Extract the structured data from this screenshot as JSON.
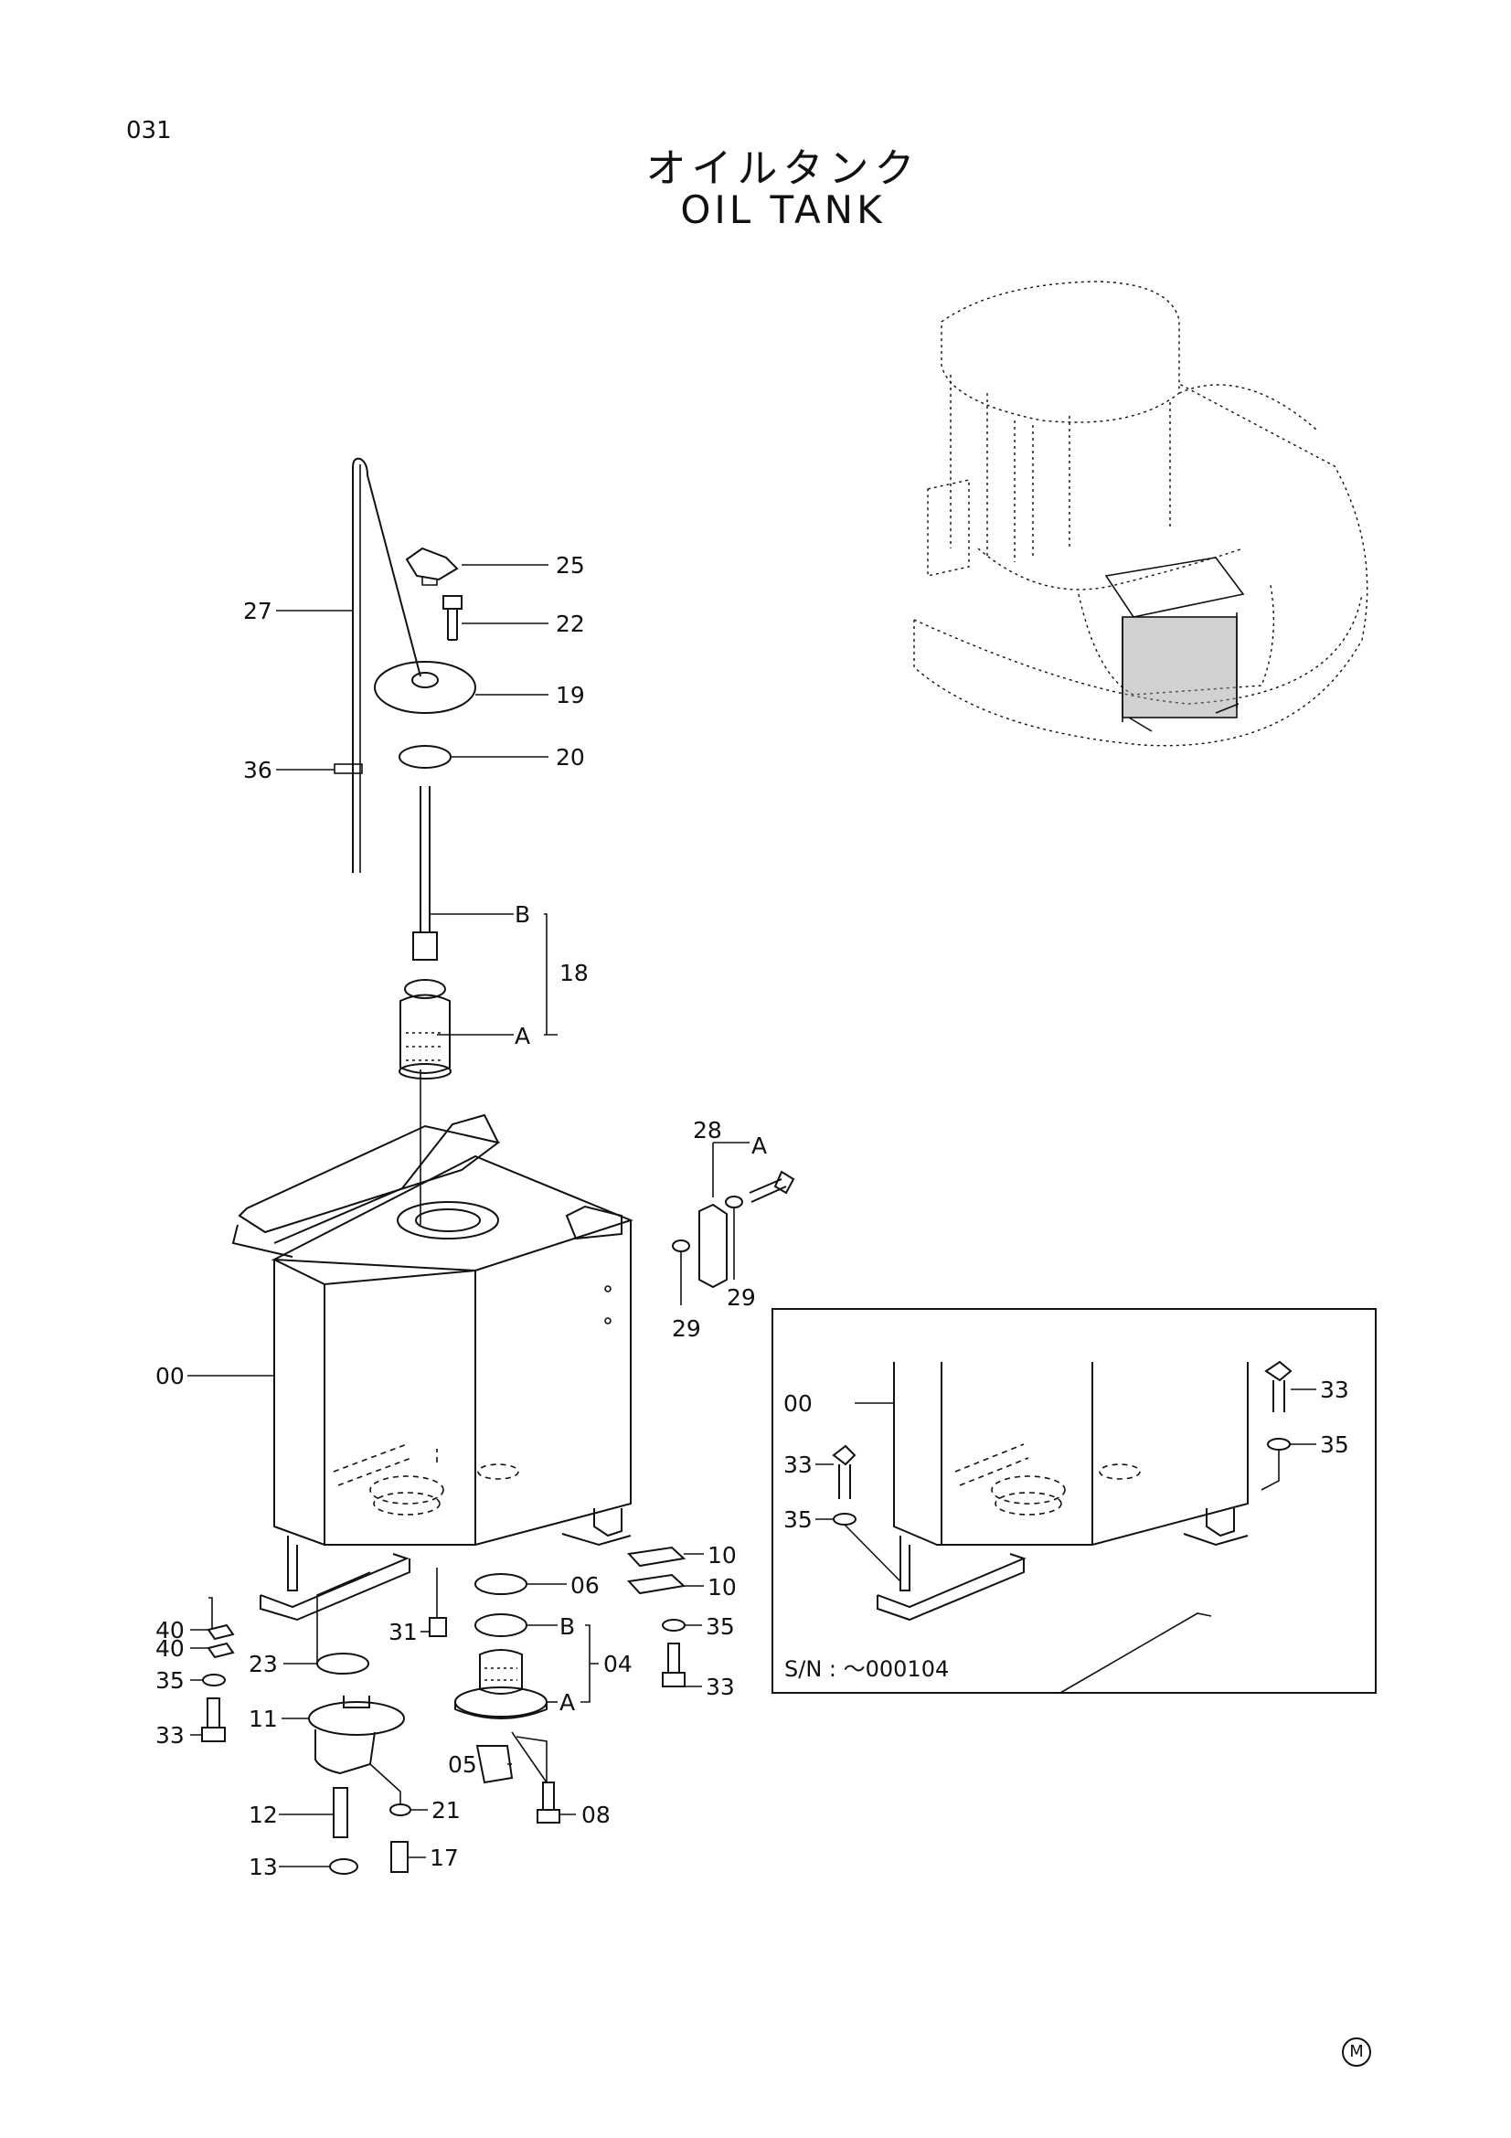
{
  "page_number": "031",
  "title_jp": "オイルタンク",
  "title_en": "OIL TANK",
  "callouts": [
    "25",
    "22",
    "27",
    "19",
    "20",
    "36",
    "B",
    "18",
    "A",
    "28",
    "A",
    "29",
    "29",
    "00",
    "10",
    "06",
    "10",
    "31",
    "B",
    "35",
    "40",
    "40",
    "23",
    "04",
    "35",
    "A",
    "33",
    "33",
    "11",
    "05",
    "08",
    "12",
    "21",
    "13",
    "17"
  ],
  "inset": {
    "serial_label": "S/N : ～000104",
    "callouts": [
      "33",
      "00",
      "35",
      "33",
      "35"
    ]
  },
  "marker": "M"
}
